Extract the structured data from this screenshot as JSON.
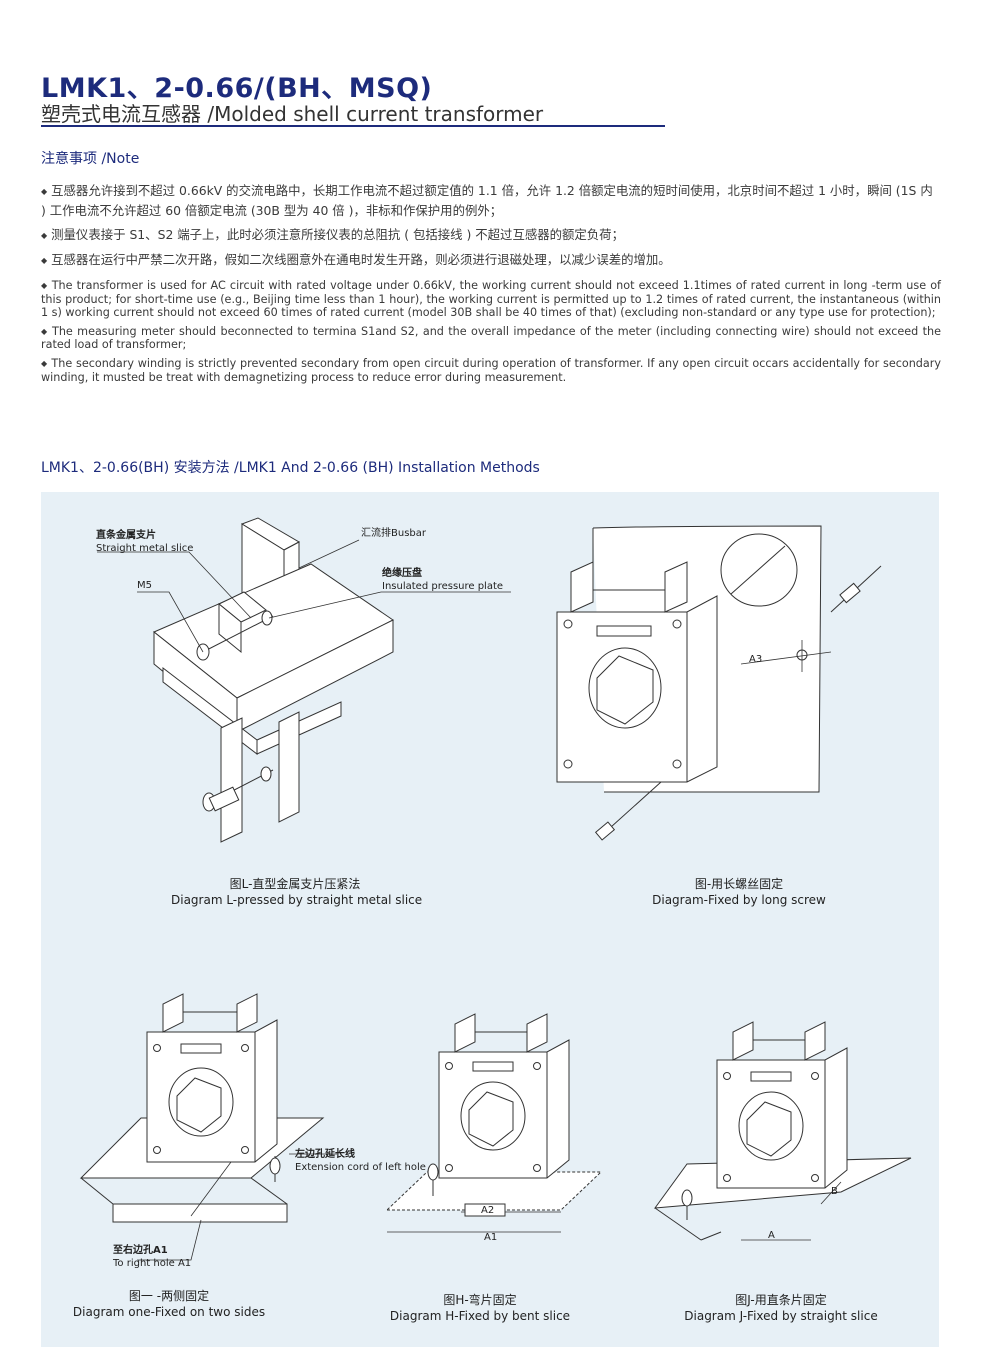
{
  "header": {
    "title": "LMK1、2-0.66/(BH、MSQ)",
    "subtitle": "塑壳式电流互感器 /Molded shell current transformer"
  },
  "note": {
    "heading": "注意事项 /Note",
    "cn_items": [
      "互感器允许接到不超过 0.66kV 的交流电路中，长期工作电流不超过额定值的 1.1 倍，允许 1.2 倍额定电流的短时间使用，北京时间不超过 1 小时，瞬间 (1S 内 ) 工作电流不允许超过 60 倍额定电流 (30B 型为 40 倍 )，非标和作保护用的例外；",
      "测量仪表接于 S1、S2 端子上，此时必须注意所接仪表的总阻抗 ( 包括接线 ) 不超过互感器的额定负荷；",
      "互感器在运行中严禁二次开路，假如二次线圈意外在通电时发生开路，则必须进行退磁处理，以减少误差的增加。"
    ],
    "en_items": [
      "The transformer is used for AC circuit with rated voltage under 0.66kV, the working current should not exceed 1.1times of rated current in long -term use of this product; for short-time use (e.g., Beijing time less than 1 hour), the working current is permitted up to 1.2 times of rated current, the instantaneous (within 1 s) working current should not exceed 60 times of rated current (model 30B shall be 40 times of that) (excluding non-standard or any type use for protection);",
      "The measuring meter should beconnected to termina S1and S2, and the overall impedance of the meter (including connecting wire) should not exceed the rated load of transformer;",
      "The secondary winding is strictly prevented secondary from open circuit during operation of transformer. If any open circuit occars accidentally for secondary winding, it musted be treat with demagnetizing process to reduce error during measurement."
    ]
  },
  "installation": {
    "heading": "LMK1、2-0.66(BH) 安装方法 /LMK1 And 2-0.66 (BH) Installation Methods",
    "labels": {
      "straight_cn": "直条金属支片",
      "straight_en": "Straight metal slice",
      "m5": "M5",
      "busbar": "汇流排Busbar",
      "plate_cn": "绝缘压盘",
      "plate_en": "Insulated pressure plate",
      "a3": "A3",
      "ext_cn": "左边孔延长线",
      "ext_en": "Extension cord of left hole",
      "a2": "A2",
      "a1": "A1",
      "right_cn": "至右边孔A1",
      "right_en": "To right hole A1",
      "a": "A",
      "b": "B"
    },
    "diagrams": [
      {
        "cn": "图L-直型金属支片压紧法",
        "en": "Diagram L-pressed by straight metal slice"
      },
      {
        "cn": "图-用长螺丝固定",
        "en": "Diagram-Fixed by long screw"
      },
      {
        "cn": "图一 -两侧固定",
        "en": "Diagram one-Fixed on two sides"
      },
      {
        "cn": "图H-弯片固定",
        "en": "Diagram H-Fixed by bent slice"
      },
      {
        "cn": "图J-用直条片固定",
        "en": "Diagram  J-Fixed by straight slice"
      }
    ]
  },
  "colors": {
    "accent": "#1d2b7c",
    "panel": "#e7f0f6",
    "text": "#333333"
  }
}
